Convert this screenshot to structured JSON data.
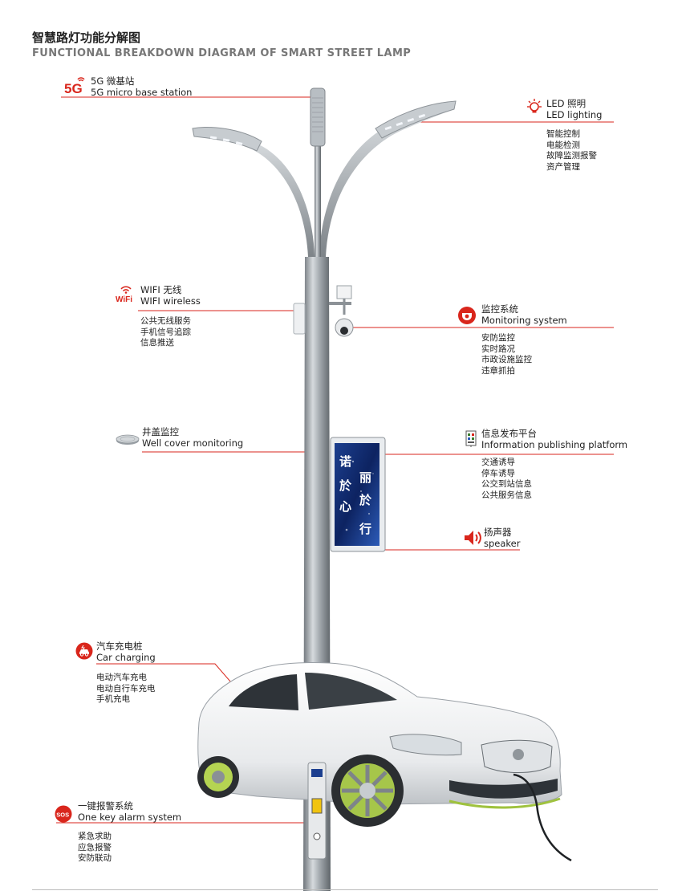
{
  "title": {
    "cn": "智慧路灯功能分解图",
    "en": "FUNCTIONAL BREAKDOWN DIAGRAM OF SMART STREET LAMP"
  },
  "colors": {
    "accent": "#d9261c",
    "pole": "#9aa0a6",
    "car_green": "#a6c64a"
  },
  "features": {
    "base5g": {
      "icon": "5g-icon",
      "icon_text": "5G",
      "cn": "5G 微基站",
      "en": "5G micro base station"
    },
    "led": {
      "icon": "bulb-icon",
      "cn": "LED 照明",
      "en": "LED lighting",
      "items": [
        "智能控制",
        "电能检测",
        "故障监测报警",
        "资产管理"
      ]
    },
    "wifi": {
      "icon": "wifi-icon",
      "icon_text": "WiFi",
      "cn": "WIFI 无线",
      "en": "WIFI wireless",
      "items": [
        "公共无线服务",
        "手机信号追踪",
        "信息推送"
      ]
    },
    "monitor": {
      "icon": "camera-icon",
      "cn": "监控系统",
      "en": "Monitoring system",
      "items": [
        "安防监控",
        "实时路况",
        "市政设施监控",
        "违章抓拍"
      ]
    },
    "well": {
      "icon": "manhole-icon",
      "cn": "井盖监控",
      "en": "Well cover monitoring"
    },
    "info": {
      "icon": "display-icon",
      "cn": "信息发布平台",
      "en": "Information publishing platform",
      "items": [
        "交通诱导",
        "停车诱导",
        "公交到站信息",
        "公共服务信息"
      ]
    },
    "speaker": {
      "icon": "speaker-icon",
      "cn": "扬声器",
      "en": "speaker"
    },
    "charging": {
      "icon": "car-charging-icon",
      "cn": "汽车充电桩",
      "en": "Car charging",
      "items": [
        "电动汽车充电",
        "电动自行车充电",
        "手机充电"
      ]
    },
    "alarm": {
      "icon": "sos-icon",
      "icon_text": "SOS",
      "cn": "一键报警系统",
      "en": "One key alarm system",
      "items": [
        "紧急求助",
        "应急报警",
        "安防联动"
      ]
    }
  },
  "screen_text": [
    "诺",
    "丽",
    "於",
    "心",
    "於",
    "行"
  ]
}
